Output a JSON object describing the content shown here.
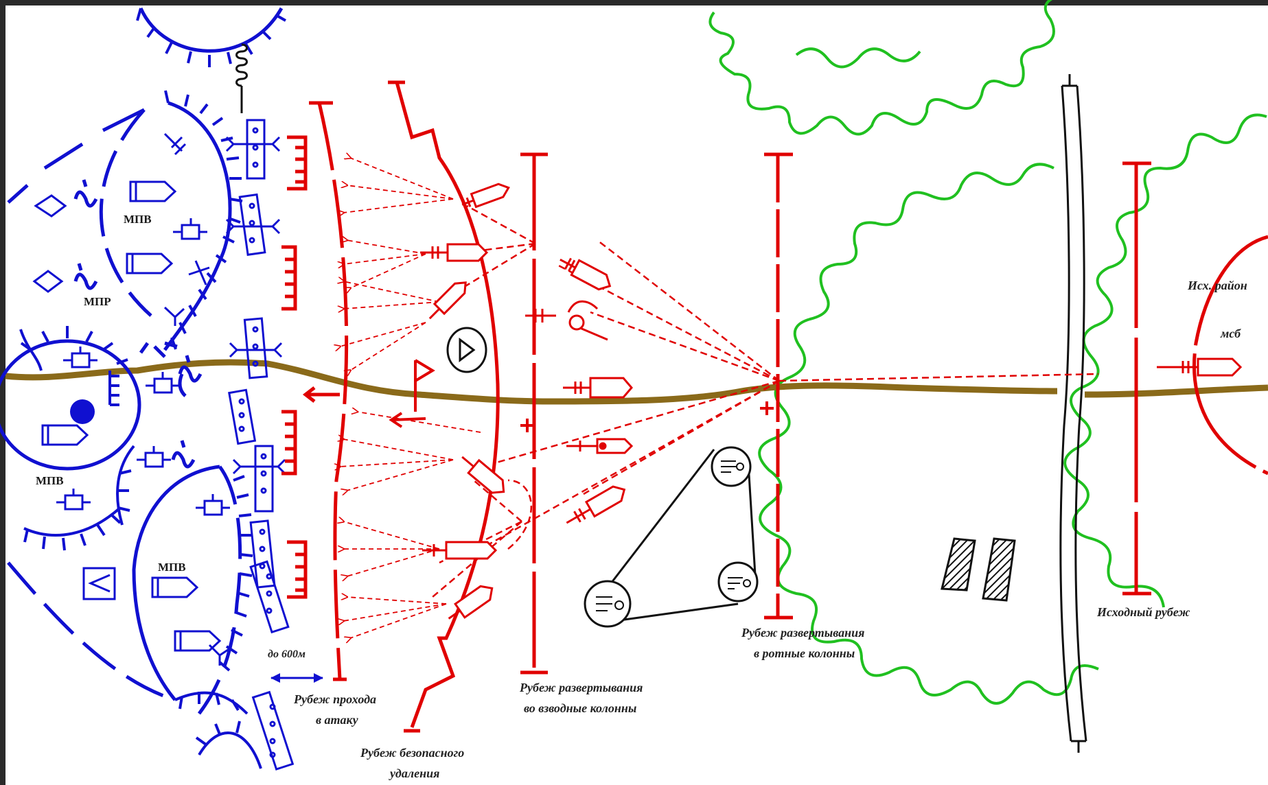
{
  "diagram": {
    "colors": {
      "enemy": "#1010d0",
      "own": "#e00000",
      "forest": "#20c020",
      "road": "#8a6a1a",
      "neutral": "#111111",
      "background": "#ffffff",
      "frame": "#2a2a2a"
    },
    "enemy_labels": {
      "mpv_top": "МПВ",
      "mpr": "МПР",
      "mpv_left": "МПВ",
      "mpv_bottom": "МПВ"
    },
    "distance_label": "до 600м",
    "lines": {
      "attack_line": [
        "Рубеж прохода",
        "в атаку"
      ],
      "safe_distance": [
        "Рубеж безопасного",
        "удаления"
      ],
      "platoon_columns": [
        "Рубеж развертывания",
        "во взводные колонны"
      ],
      "company_columns": [
        "Рубеж развертывания",
        "в ротные колонны"
      ],
      "start_line": [
        "Исходный рубеж"
      ]
    },
    "start_area": [
      "Исх. район",
      "мсб"
    ],
    "icons": {
      "enemy_trenches": "trench-icon",
      "enemy_tanks": "tank-icon",
      "enemy_atgm": "atgm-icon",
      "enemy_mg": "machine-gun-icon",
      "own_bmp": "bmp-icon",
      "artillery_battery": "artillery-battery-icon",
      "forest": "forest-edge-icon",
      "river": "river-icon",
      "bridge": "bridge-icon",
      "command_post": "command-post-icon"
    }
  }
}
